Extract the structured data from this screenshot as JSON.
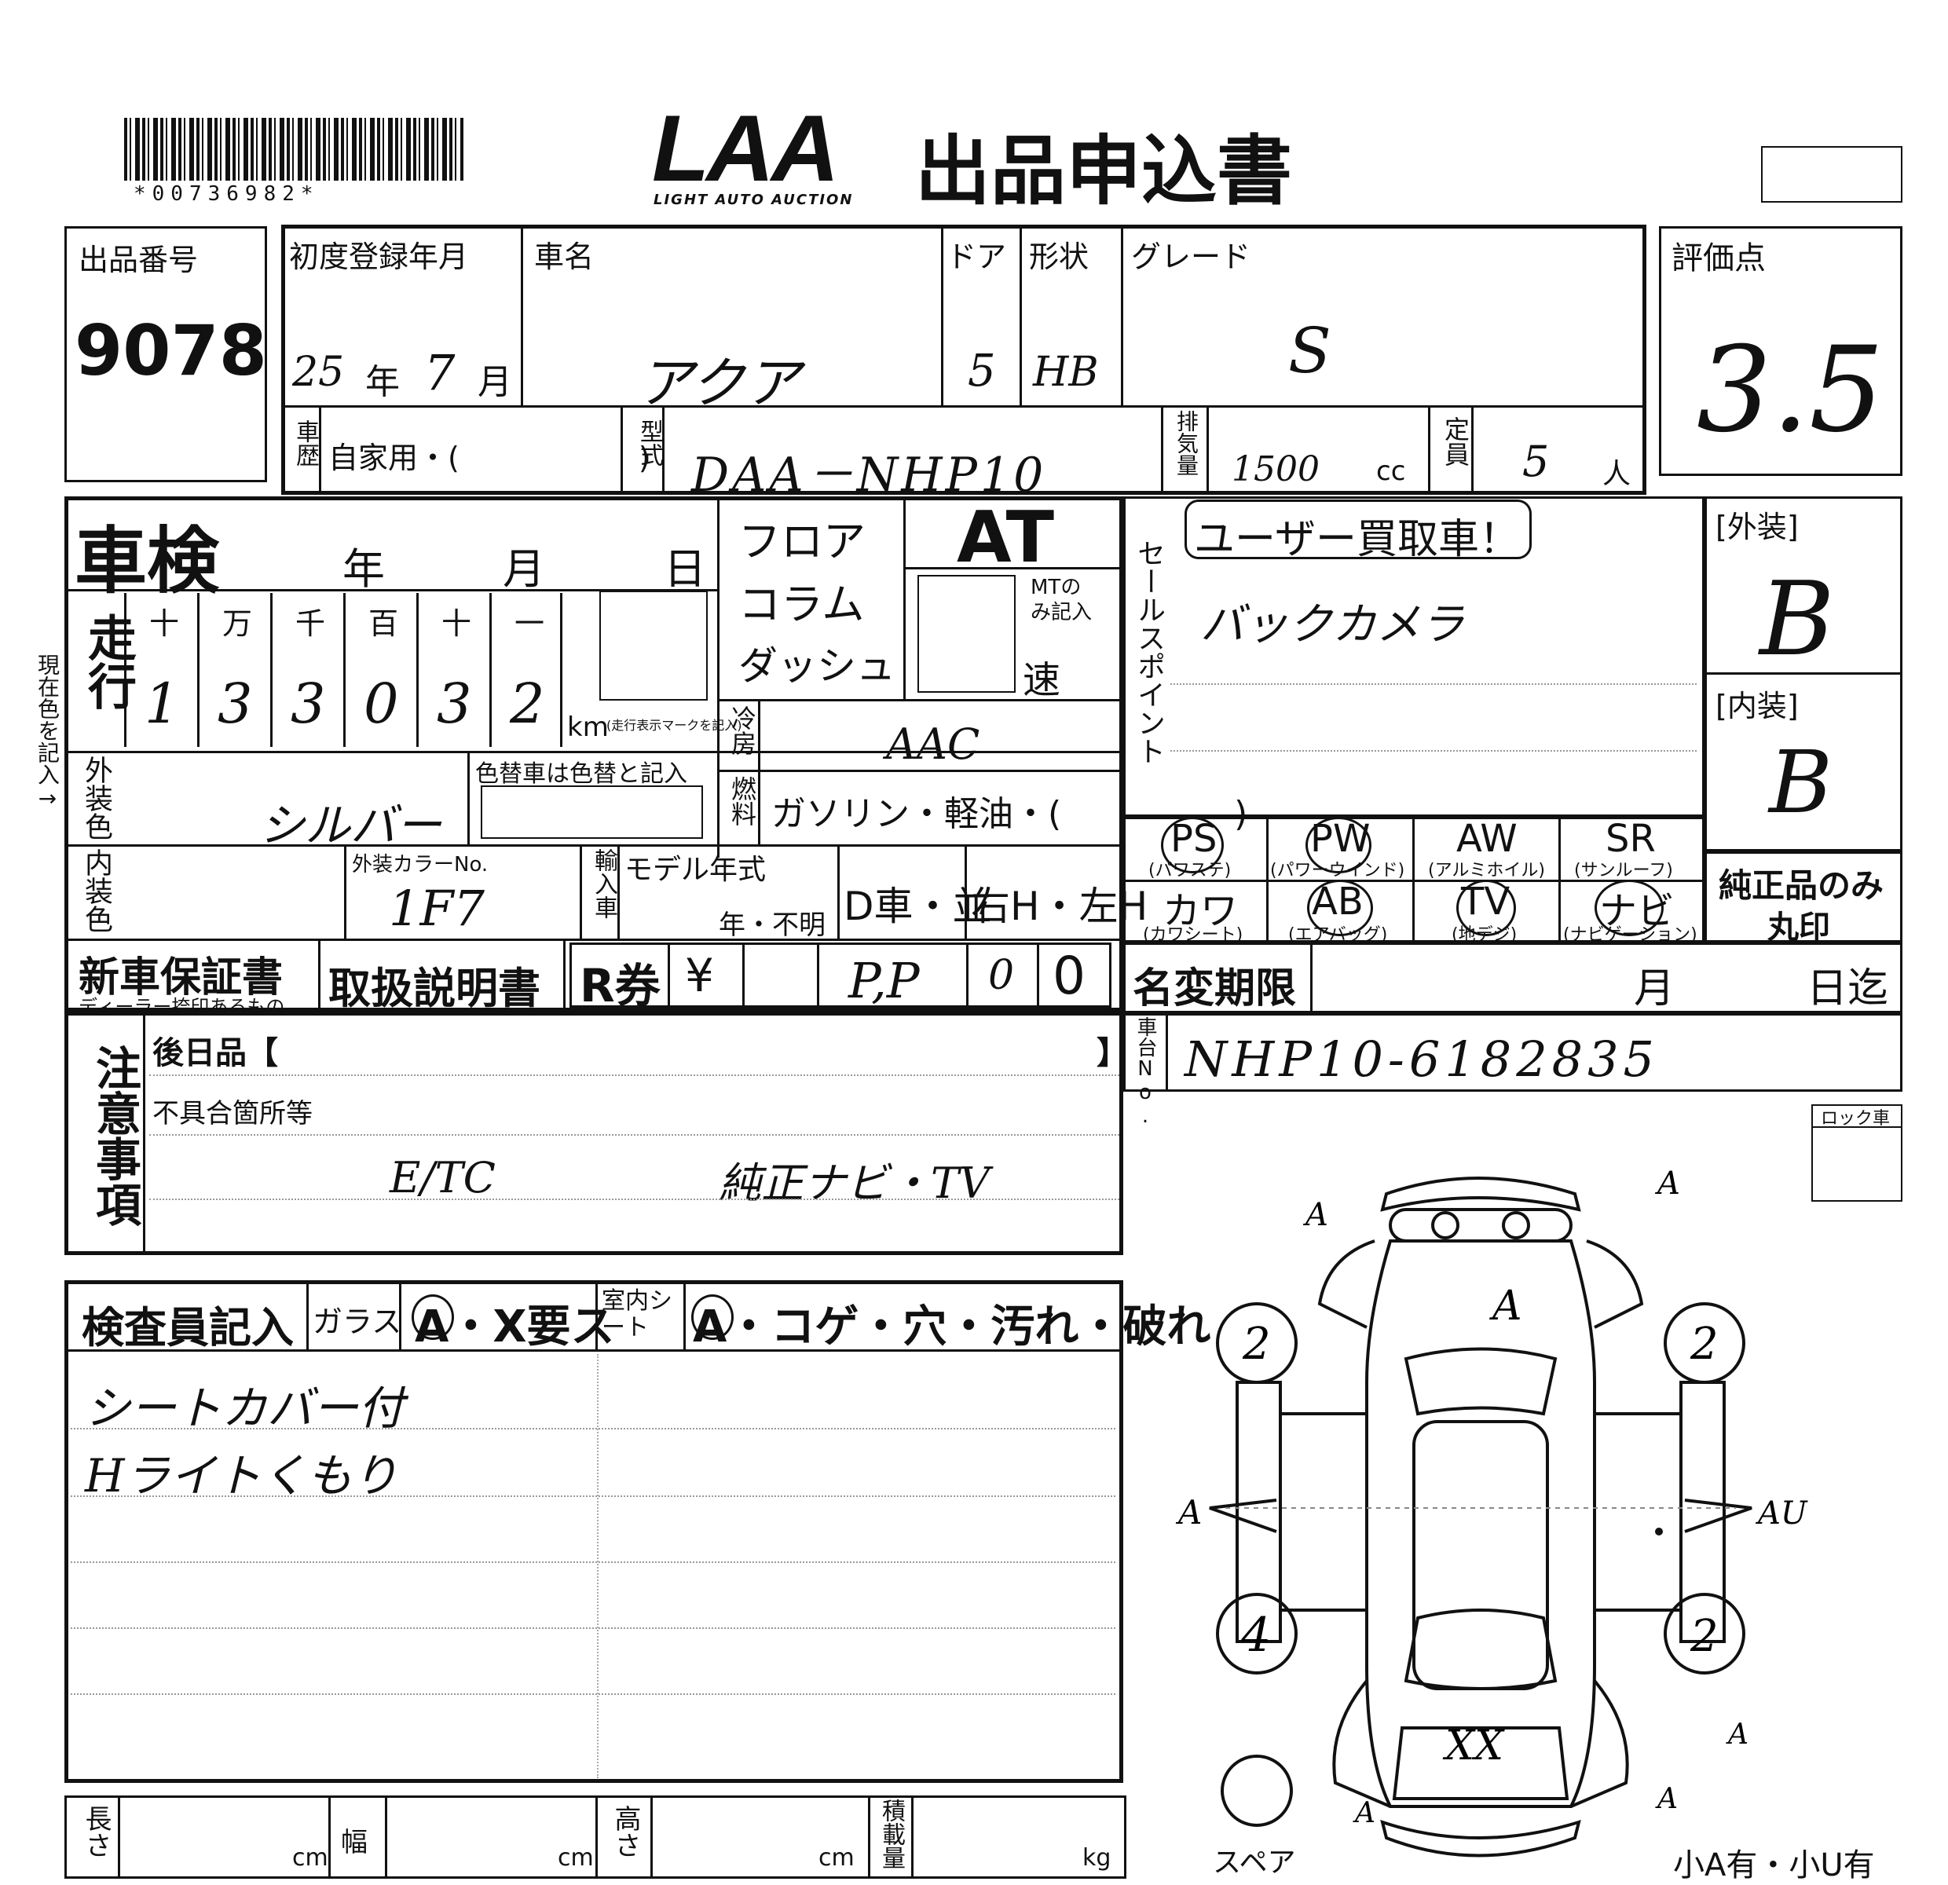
{
  "header": {
    "barcode_text": "*00736982*",
    "brand": "LAA",
    "brand_sub": "LIGHT AUTO AUCTION",
    "title": "出品申込書"
  },
  "listing": {
    "label": "出品番号",
    "value": "9078"
  },
  "vehicle": {
    "first_reg_label": "初度登録年月",
    "first_reg_year": "25",
    "year_unit": "年",
    "first_reg_month": "7",
    "month_unit": "月",
    "name_label": "車名",
    "name_value": "アクア",
    "door_label": "ドア",
    "door_value": "5",
    "shape_label": "形状",
    "shape_value": "HB",
    "grade_label": "グレード",
    "grade_value": "S",
    "history_label": "車歴",
    "history_value": "自家用・(　　　　　　)",
    "model_label": "型式",
    "model_value": "DAA－NHP10",
    "displacement_label": "排気量",
    "displacement_value": "1500",
    "cc_unit": "cc",
    "capacity_label": "定員",
    "capacity_value": "5",
    "person_unit": "人"
  },
  "score": {
    "label": "評価点",
    "value": "3.5"
  },
  "inspection": {
    "label": "車検",
    "year_unit": "年",
    "month_unit": "月",
    "day_unit": "日"
  },
  "mileage": {
    "label": "走行",
    "digit_labels": [
      "十",
      "万",
      "千",
      "百",
      "十",
      "一"
    ],
    "digits": [
      "1",
      "3",
      "3",
      "0",
      "3",
      "2"
    ],
    "unit": "km",
    "note": "(走行表示マークを記入)",
    "side_note": "現在色を記入→"
  },
  "shift": {
    "floor": "フロア",
    "column": "コラム",
    "dash": "ダッシュ",
    "type": "AT",
    "mt_note": "MTのみ記入",
    "speed": "速"
  },
  "colors": {
    "exterior_label": "外装色",
    "exterior_value": "シルバー",
    "repaint_note": "色替車は色替と記入",
    "interior_label": "内装色",
    "color_no_label": "外装カラーNo.",
    "color_no_value": "1F7"
  },
  "aircon": {
    "label": "冷房",
    "value": "AAC"
  },
  "fuel": {
    "label": "燃料",
    "value": "ガソリン・軽油・(　　　　　)"
  },
  "import": {
    "label": "輸入車"
  },
  "model_year": {
    "label": "モデル年式",
    "value": "年・不明"
  },
  "dealer": {
    "value": "D車・並"
  },
  "steering": {
    "value": "右H・左H"
  },
  "sales_point": {
    "label": "セールスポイント",
    "badge": "ユーザー買取車！",
    "notes": "バックカメラ"
  },
  "appearance": {
    "exterior_label": "[外装]",
    "exterior_value": "B",
    "interior_label": "[内装]",
    "interior_value": "B"
  },
  "equipment": {
    "items": [
      {
        "code": "PS",
        "sub": "(パワステ)"
      },
      {
        "code": "PW",
        "sub": "(パワーウインド)"
      },
      {
        "code": "AW",
        "sub": "(アルミホイル)"
      },
      {
        "code": "SR",
        "sub": "(サンルーフ)"
      },
      {
        "code": "カワ",
        "sub": "(カワシート)"
      },
      {
        "code": "AB",
        "sub": "(エアバッグ)"
      },
      {
        "code": "TV",
        "sub": "(地デジ)"
      },
      {
        "code": "ナビ",
        "sub": "(ナビゲーション)"
      }
    ],
    "genuine_note_1": "純正品のみ",
    "genuine_note_2": "丸印"
  },
  "documents": {
    "warranty": "新車保証書",
    "warranty_sub": "ディーラー捺印あるもの",
    "manual": "取扱説明書",
    "recycle": "R券",
    "yen": "¥",
    "recycle_value": "P,P",
    "zero_a": "0",
    "zero_b": "0"
  },
  "name_change": {
    "label": "名変期限",
    "month_unit": "月",
    "day_unit": "日迄"
  },
  "chassis": {
    "label": "車台No.",
    "value": "NHP10-6182835"
  },
  "notes": {
    "label": "注意事項",
    "later_items": "後日品【",
    "later_items_close": "】",
    "defects_label": "不具合箇所等",
    "note_1": "E/TC",
    "note_2": "純正ナビ・TV"
  },
  "inspector": {
    "label": "検査員記入",
    "glass_label": "ガラス",
    "glass_value": "A・X要ス",
    "seat_label": "室内シート",
    "seat_value": "A・コゲ・穴・汚れ・破れ",
    "line_1": "シートカバー付",
    "line_2": "Hライトくもり"
  },
  "dimensions": {
    "length_label": "長さ",
    "width_label": "幅",
    "height_label": "高さ",
    "load_label": "積載量",
    "cm": "cm",
    "kg": "kg"
  },
  "diagram": {
    "lock_label": "ロック車",
    "spare_label": "スペア",
    "small_items": "小A有・小U有",
    "marks": {
      "front_right": "A",
      "front_left": "A",
      "hood": "A",
      "left_side": "A",
      "right_side": "AU",
      "rear_right": "A",
      "rear_left": "A",
      "rear_bumper": "A",
      "trunk": "XX",
      "tire_fl": "2",
      "tire_fr": "2",
      "tire_rl": "4",
      "tire_rr": "2"
    }
  }
}
